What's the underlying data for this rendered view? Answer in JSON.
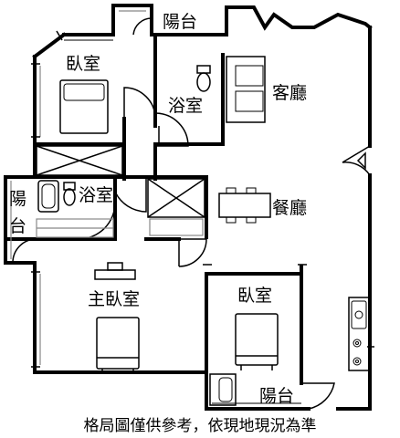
{
  "rooms": {
    "bedroom_top_left": "臥室",
    "balcony_top": "陽台",
    "bathroom_top": "浴室",
    "living_room": "客廳",
    "balcony_left_1": "陽",
    "balcony_left_2": "台",
    "bathroom_left": "浴室",
    "dining_room": "餐廳",
    "master_bedroom": "主臥室",
    "bedroom_bottom_right": "臥室",
    "balcony_bottom": "陽台"
  },
  "disclaimer": "格局圖僅供參考，依現地現況為準"
}
